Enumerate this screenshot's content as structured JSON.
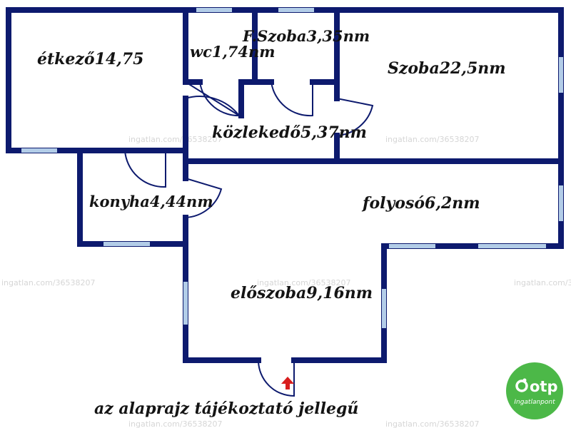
{
  "rooms": {
    "etkezo": "étkező14,75",
    "wc": "wc1,74nm",
    "fszoba": "F.Szoba3,35nm",
    "szoba2": "Szoba22,5nm",
    "kozlekedo": "közlekedő5,37nm",
    "konyha": "konyha4,44nm",
    "folyoso": "folyosó6,2nm",
    "eloszoba": "előszoba9,16nm"
  },
  "caption": "az alaprajz tájékoztató jellegű",
  "watermark": "ingatlan.com/36538207",
  "logo": {
    "brand": "otp",
    "subtitle": "Ingatlanpont"
  },
  "colors": {
    "wall": "#0d1a6e",
    "window": "#b3cde8",
    "entrance_arrow": "#d81e1e",
    "logo_green": "#4cb848"
  },
  "icons": {
    "entrance": "up-arrow-icon",
    "logo": "otp-logo-icon"
  }
}
